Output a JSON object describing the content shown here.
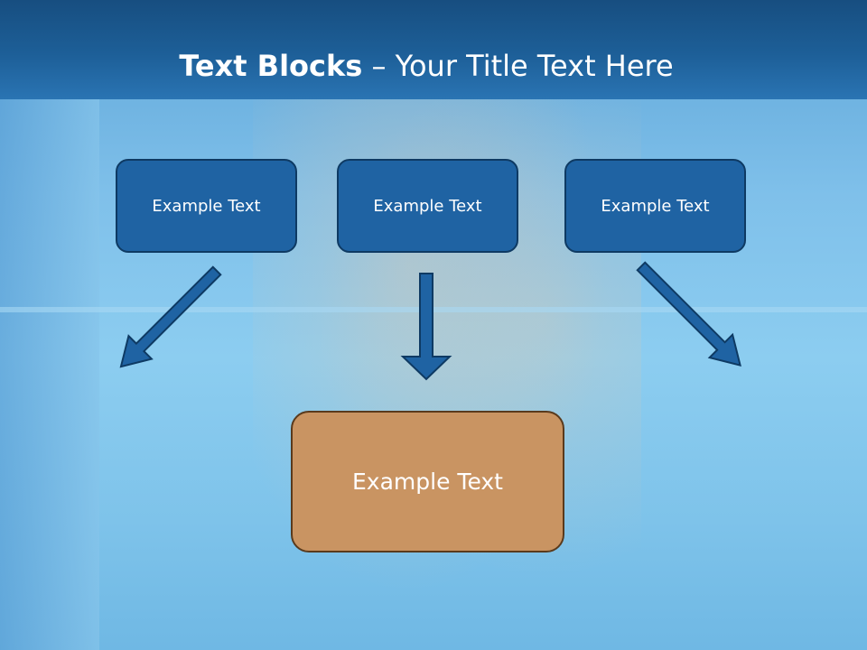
{
  "slide": {
    "title_bold": "Text Blocks",
    "title_dash": " – ",
    "title_rest": "Your Title Text Here"
  },
  "blocks": {
    "top": [
      "Example Text",
      "Example Text",
      "Example Text"
    ],
    "bottom": "Example Text"
  },
  "colors": {
    "header": "#1d5f98",
    "block_blue": "#1f63a3",
    "block_orange": "#c99462",
    "arrow": "#1f63a3"
  },
  "icons": [
    "arrow-down-right-icon",
    "arrow-down-icon",
    "arrow-down-left-icon"
  ]
}
